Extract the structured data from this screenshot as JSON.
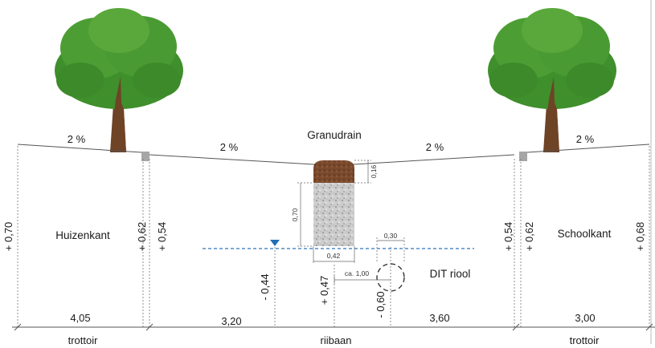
{
  "labels": {
    "granudrain": "Granudrain",
    "huizenkant": "Huizenkant",
    "schoolkant": "Schoolkant",
    "dit_riool": "DIT riool"
  },
  "slopes": {
    "left_trottoir": "2 %",
    "left_road": "2 %",
    "right_road": "2 %",
    "right_trottoir": "2 %"
  },
  "heights": {
    "left_edge": "+ 0,70",
    "left_kerb_outer": "+ 0,62",
    "left_kerb_inner": "+ 0,54",
    "right_kerb_inner": "+ 0,54",
    "right_kerb_outer": "+ 0,62",
    "right_edge": "+ 0,68",
    "water_level": "- 0,44",
    "drain_bottom": "+ 0,47",
    "sewer_depth": "- 0,60"
  },
  "dims": {
    "cap_height": "0,16",
    "gravel_height": "0,70",
    "drain_width": "0,42",
    "sewer_diameter": "0,30",
    "sewer_offset": "ca. 1,00"
  },
  "widths": {
    "left_trottoir": "4,05",
    "road_left": "3,20",
    "road_right": "3,60",
    "right_trottoir": "3,00"
  },
  "zones": {
    "left": "trottoir",
    "middle": "rijbaan",
    "right": "trottoir"
  },
  "colors": {
    "line": "#555555",
    "kerb": "#a6a6a6",
    "water": "#2e75b6",
    "cap": "#7a4a2e",
    "gravel": "#c9c9c9",
    "trunk": "#6e4326",
    "leaf": "#3f8f2c"
  }
}
